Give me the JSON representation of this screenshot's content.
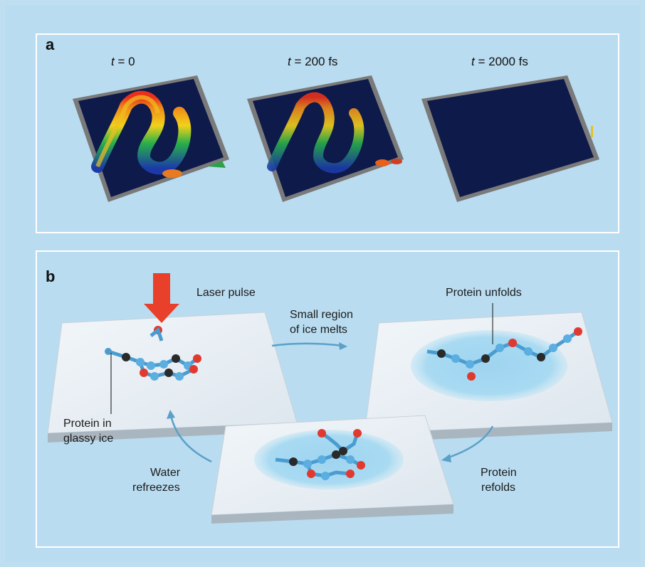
{
  "panel_a": {
    "letter": "a",
    "snapshots": [
      {
        "var": "t",
        "value": " = 0"
      },
      {
        "var": "t",
        "value": " = 200 fs"
      },
      {
        "var": "t",
        "value": " = 2000 fs"
      }
    ]
  },
  "panel_b": {
    "letter": "b",
    "labels": {
      "laser": "Laser pulse",
      "melt_line1": "Small region",
      "melt_line2": "of ice melts",
      "unfolds": "Protein unfolds",
      "glassy_line1": "Protein in",
      "glassy_line2": "glassy ice",
      "refreeze_line1": "Water",
      "refreeze_line2": "refreezes",
      "refolds_line1": "Protein",
      "refolds_line2": "refolds"
    }
  },
  "colors": {
    "background": "#bfdff0",
    "panel_border": "#ffffff",
    "laser_arrow": "#e8402a",
    "cycle_arrow": "#5aa0c8",
    "atom_carbon": "#5aaee0",
    "atom_oxygen": "#e03a30",
    "atom_black": "#1a1a1a"
  }
}
